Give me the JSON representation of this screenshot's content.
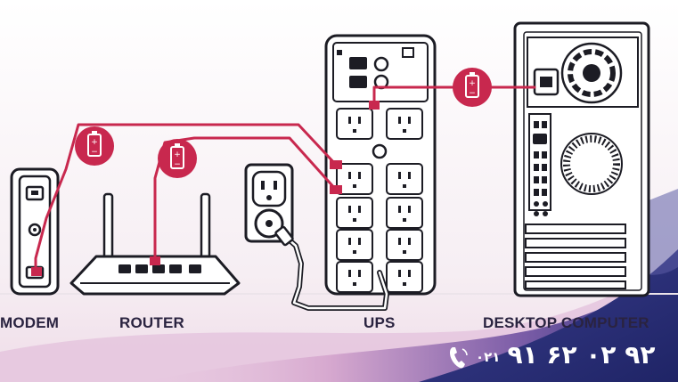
{
  "labels": {
    "modem": "MODEM",
    "router": "ROUTER",
    "ups": "UPS",
    "desktop": "DESKTOP COMPUTER"
  },
  "contact": {
    "prefix": "۰۲۱",
    "number": "۹۱ ۶۲ ۰۲ ۹۲",
    "icon": "phone-icon"
  },
  "colors": {
    "cable": "#c8284e",
    "outline": "#1c1c24",
    "label_dark": "#2a2340",
    "label_light": "#ffffff",
    "banner_navy": "#2f2f7a",
    "banner_pink": "#cfa0c8"
  },
  "icons": [
    "battery-icon",
    "phone-icon",
    "power-outlet",
    "fan-grille-icon"
  ]
}
